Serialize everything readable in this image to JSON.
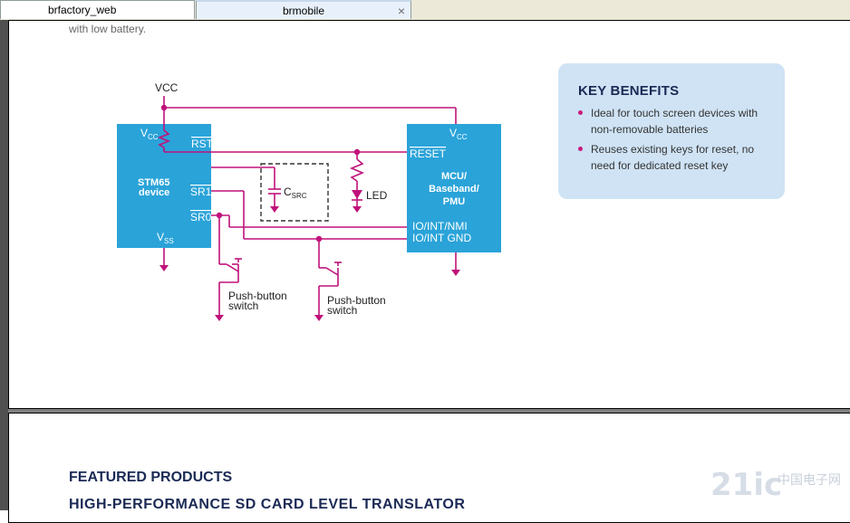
{
  "tabs": [
    {
      "label": "brfactory_web"
    },
    {
      "label": "brmobile",
      "close": "×"
    }
  ],
  "page1": {
    "fragment": "with low battery.",
    "diagram": {
      "vcc": "VCC",
      "stm_vcc": "V",
      "stm_vcc_sub": "CC",
      "rst": "RST",
      "stm_name1": "STM65",
      "stm_name2": "device",
      "sr1": "SR1",
      "sr0": "SR0",
      "vss": "V",
      "vss_sub": "SS",
      "mcu_vcc": "V",
      "mcu_vcc_sub": "CC",
      "reset": "RESET",
      "mcu1": "MCU/",
      "mcu2": "Baseband/",
      "mcu3": "PMU",
      "io_nmi": "IO/INT/NMI",
      "io_gnd": "IO/INT GND",
      "csrc": "C",
      "csrc_sub": "SRC",
      "led": "LED",
      "pb1_a": "Push-button",
      "pb1_b": "switch",
      "pb2_a": "Push-button",
      "pb2_b": "switch"
    },
    "benefits": {
      "title": "KEY BENEFITS",
      "items": [
        {
          "text": "Ideal for touch screen devices with non-removable batteries"
        },
        {
          "text": "Reuses existing keys for reset, no need for dedicated reset key"
        }
      ]
    }
  },
  "page2": {
    "heading": "FEATURED PRODUCTS",
    "subheading": "HIGH-PERFORMANCE SD CARD LEVEL TRANSLATOR"
  },
  "watermark": {
    "main": "21ic",
    "sub": "中国电子网"
  },
  "colors": {
    "chip": "#2aa3d9",
    "wire": "#c0127a",
    "box": "#cfe3f5",
    "heading": "#1b2a55"
  }
}
